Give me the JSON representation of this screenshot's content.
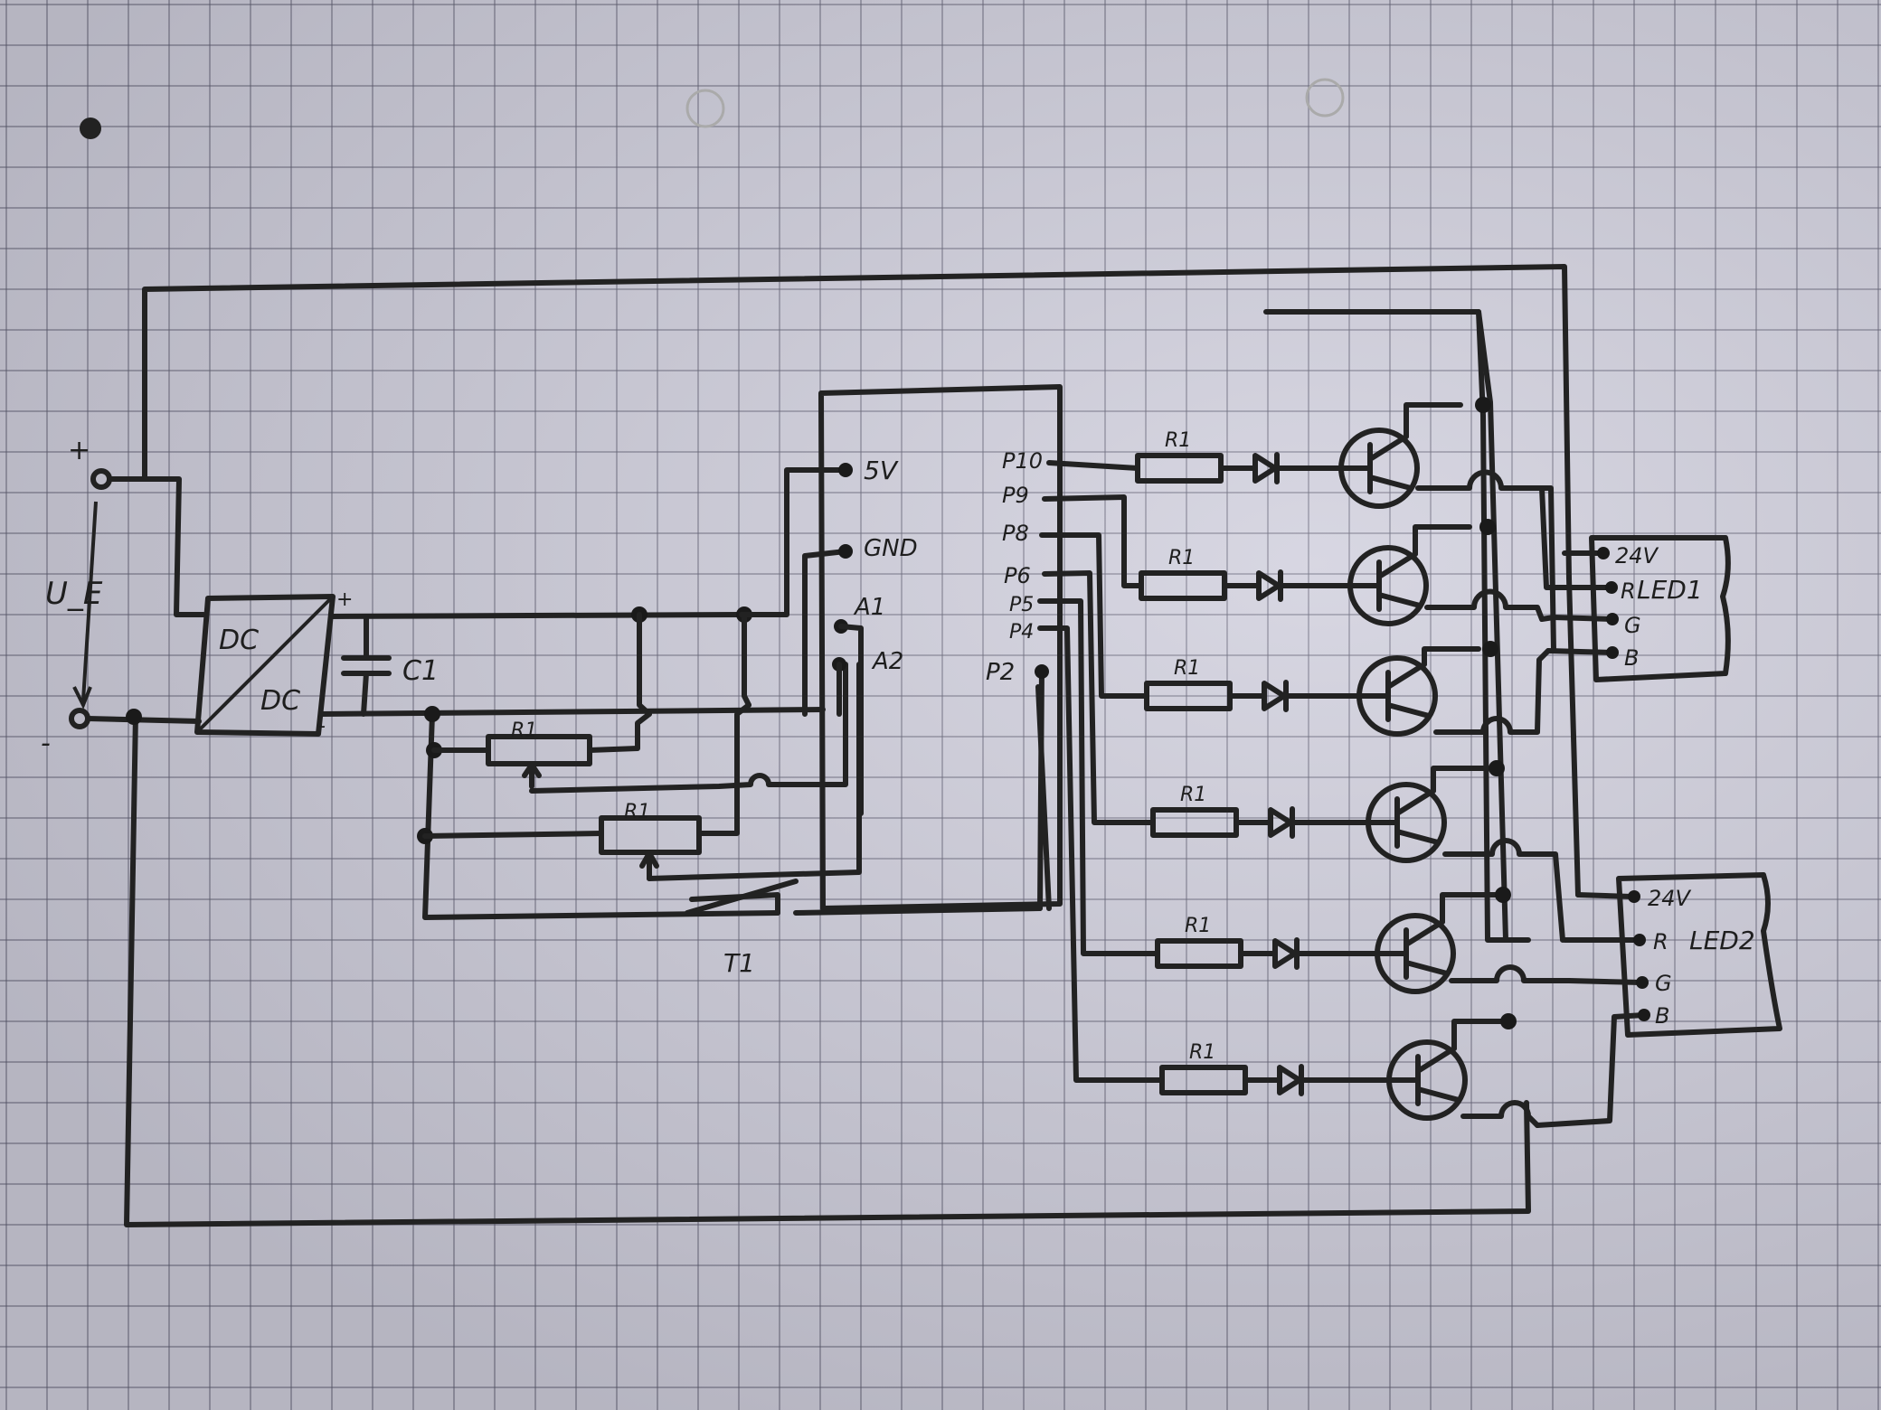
{
  "diagram": {
    "type": "hand-drawn circuit schematic on graph paper",
    "input": {
      "label": "U_E",
      "plus": "+",
      "minus": "-"
    },
    "converter": {
      "label_top": "DC",
      "label_bottom": "DC",
      "out_plus": "+",
      "out_minus": "-"
    },
    "capacitor": {
      "label": "C1"
    },
    "potentiometers": [
      {
        "label": "R1"
      },
      {
        "label": "R1"
      }
    ],
    "button": {
      "label": "T1"
    },
    "microcontroller": {
      "left_pins": [
        "5V",
        "GND",
        "A1",
        "A2"
      ],
      "right_pins": [
        "P10",
        "P9",
        "P8",
        "P6",
        "P5",
        "P4",
        "P2"
      ]
    },
    "channels": [
      {
        "pin": "P10",
        "resistor": "R1"
      },
      {
        "pin": "P9",
        "resistor": "R1"
      },
      {
        "pin": "P8",
        "resistor": "R1"
      },
      {
        "pin": "P6",
        "resistor": "R1"
      },
      {
        "pin": "P5",
        "resistor": "R1"
      },
      {
        "pin": "P4",
        "resistor": "R1"
      }
    ],
    "led_strips": [
      {
        "name": "LED1",
        "pins": [
          "24V",
          "R",
          "G",
          "B"
        ]
      },
      {
        "name": "LED2",
        "pins": [
          "24V",
          "R",
          "G",
          "B"
        ]
      }
    ]
  }
}
